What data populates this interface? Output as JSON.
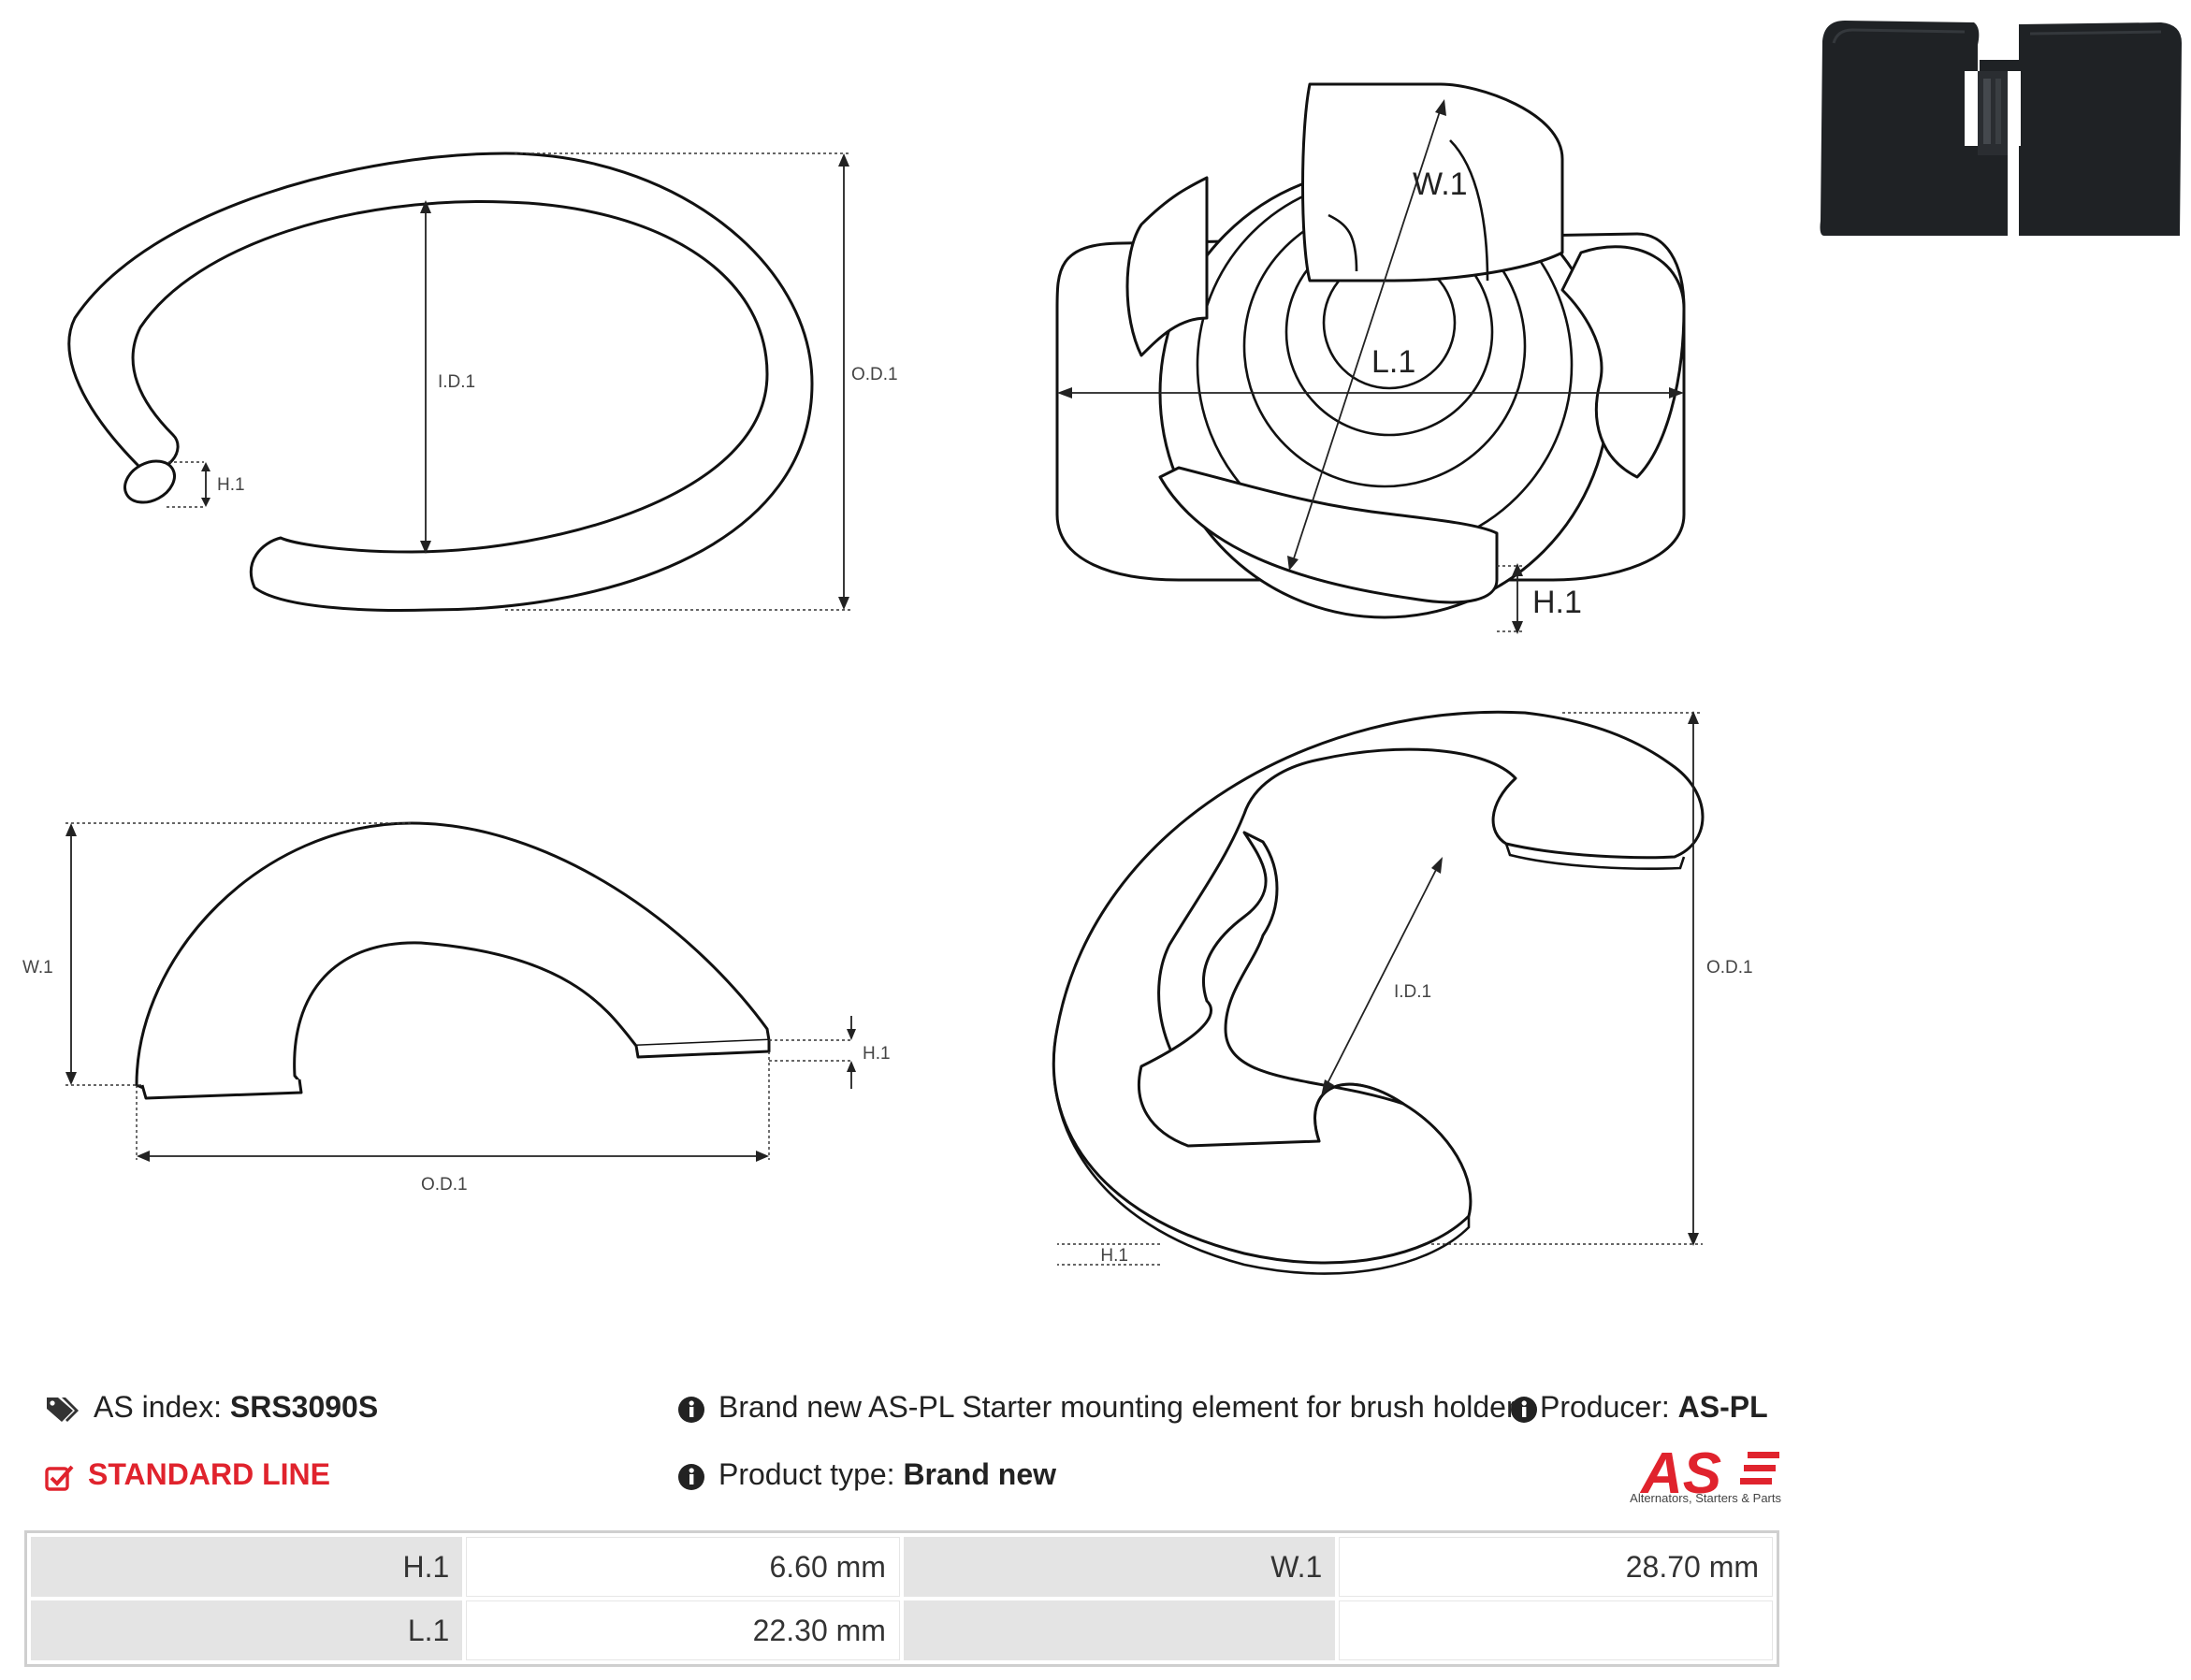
{
  "drawings": {
    "ring_top": {
      "od": "O.D.1",
      "id": "I.D.1",
      "h": "H.1"
    },
    "holder_top": {
      "w": "W.1",
      "l": "L.1",
      "h": "H.1"
    },
    "half_ring": {
      "w": "W.1",
      "h": "H.1",
      "od": "O.D.1"
    },
    "c_ring": {
      "od": "O.D.1",
      "id": "I.D.1",
      "h": "H.1"
    }
  },
  "info": {
    "as_index_label": "AS index:",
    "as_index_value": "SRS3090S",
    "line_label": "STANDARD LINE",
    "description": "Brand new AS-PL Starter mounting element for brush holder",
    "producer_label": "Producer:",
    "producer_value": "AS-PL",
    "product_type_label": "Product type:",
    "product_type_value": "Brand new"
  },
  "logo": {
    "text": "AS",
    "tagline": "Alternators, Starters & Parts"
  },
  "specs": [
    {
      "k1": "H.1",
      "v1": "6.60 mm",
      "k2": "W.1",
      "v2": "28.70 mm"
    },
    {
      "k1": "L.1",
      "v1": "22.30 mm",
      "k2": "",
      "v2": ""
    }
  ],
  "colors": {
    "accent_red": "#e0232d",
    "table_key_bg": "#e4e4e4",
    "photo_dark": "#1f2225"
  }
}
